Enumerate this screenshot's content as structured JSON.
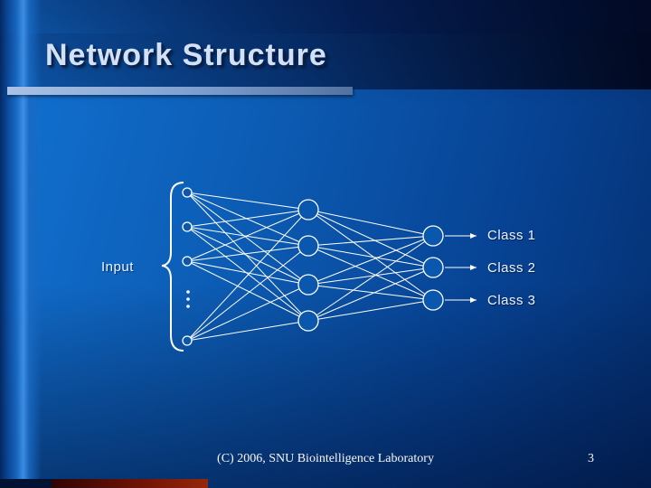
{
  "slide": {
    "title": "Network Structure",
    "footer_text": "(C) 2006, SNU Biointelligence Laboratory",
    "page_number": "3"
  },
  "diagram": {
    "input_label": "Input",
    "class_labels": [
      "Class 1",
      "Class 2",
      "Class 3"
    ]
  },
  "colors": {
    "background_blue": "#0c5cb4",
    "dark_navy": "#020a24",
    "accent_red": "#6e1204",
    "node_stroke": "#ffffff",
    "text_light": "#eef4ff"
  }
}
